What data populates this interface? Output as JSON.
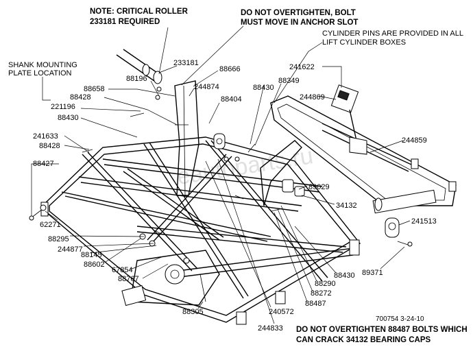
{
  "notes": {
    "critical_roller_line1": "NOTE: CRITICAL ROLLER",
    "critical_roller_line2": "233181 REQUIRED",
    "overtighten_bolt_line1": "DO NOT OVERTIGHTEN, BOLT",
    "overtighten_bolt_line2": "MUST MOVE IN ANCHOR SLOT",
    "cylinder_pins_line1": "CYLINDER PINS ARE PROVIDED IN ALL",
    "cylinder_pins_line2": "LIFT CYLINDER BOXES",
    "shank_plate_line1": "SHANK MOUNTING",
    "shank_plate_line2": "PLATE LOCATION",
    "overtighten_caps_line1": "DO NOT OVERTIGHTEN 88487 BOLTS WHICH",
    "overtighten_caps_line2": "CAN CRACK 34132 BEARING CAPS"
  },
  "watermark": "eautoparts.ru",
  "drawing_id": "700754  3-24-10",
  "part_labels": [
    "233181",
    "88666",
    "88196",
    "244874",
    "88658",
    "88428",
    "221196",
    "88430",
    "241633",
    "88428",
    "88427",
    "88404",
    "88430",
    "88349",
    "244869",
    "241622",
    "244859",
    "89029",
    "34132",
    "62271",
    "88295",
    "244877",
    "88145",
    "88602",
    "67854",
    "88767",
    "88305",
    "240572",
    "244833",
    "88487",
    "88272",
    "88290",
    "88430",
    "241513",
    "89371"
  ]
}
